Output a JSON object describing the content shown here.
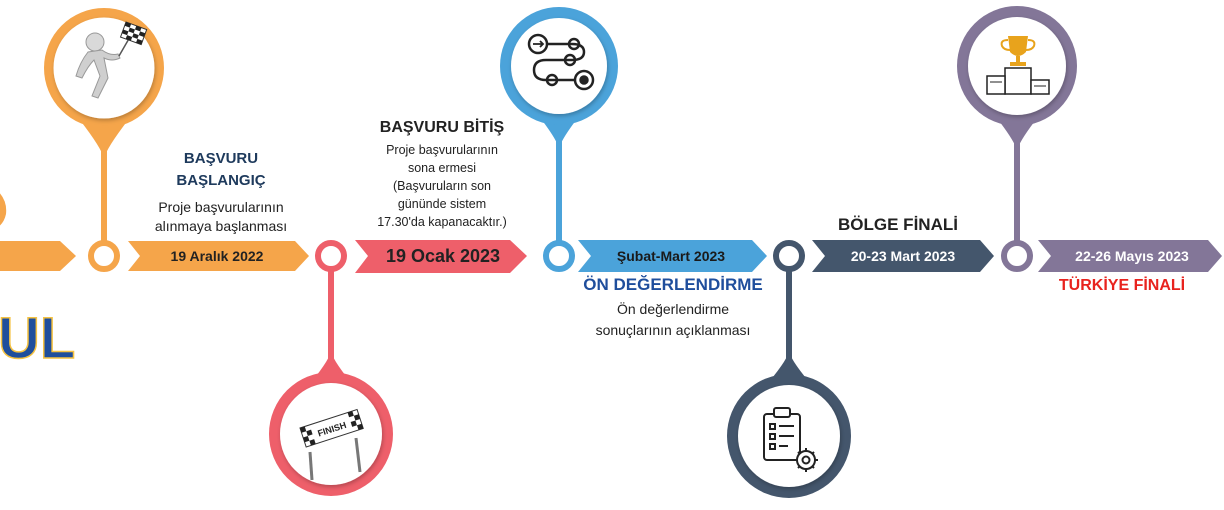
{
  "partial_title_fragment": "UL",
  "colors": {
    "orange": "#F5A54A",
    "red": "#EE5F6A",
    "blue": "#4BA3DA",
    "slate": "#44566C",
    "purple": "#837698",
    "navy": "#1F4E9C",
    "finale_red": "#E8231E"
  },
  "milestones": [
    {
      "heading_line1": "BAŞVURU",
      "heading_line2": "BAŞLANGIÇ",
      "desc_line1": "Proje başvurularının",
      "desc_line2": "alınmaya başlanması",
      "date": "19 Aralık 2022",
      "icon": "runner-with-checkered-flag-icon"
    },
    {
      "heading": "BAŞVURU BİTİŞ",
      "desc_lines": [
        "Proje başvurularının",
        "sona ermesi",
        "(Başvuruların son",
        "gününde sistem",
        "17.30'da kapanacaktır.)"
      ],
      "date": "19 Ocak 2023",
      "icon": "finish-line-banner-icon"
    },
    {
      "date": "Şubat-Mart 2023",
      "heading": "ÖN DEĞERLENDİRME",
      "desc_line1": "Ön değerlendirme",
      "desc_line2": "sonuçlarının açıklanması",
      "icon": "process-path-icon"
    },
    {
      "heading": "BÖLGE FİNALİ",
      "date": "20-23 Mart 2023",
      "icon": "checklist-gear-icon"
    },
    {
      "date": "22-26 Mayıs 2023",
      "heading": "TÜRKİYE FİNALİ",
      "icon": "trophy-podium-icon"
    }
  ]
}
